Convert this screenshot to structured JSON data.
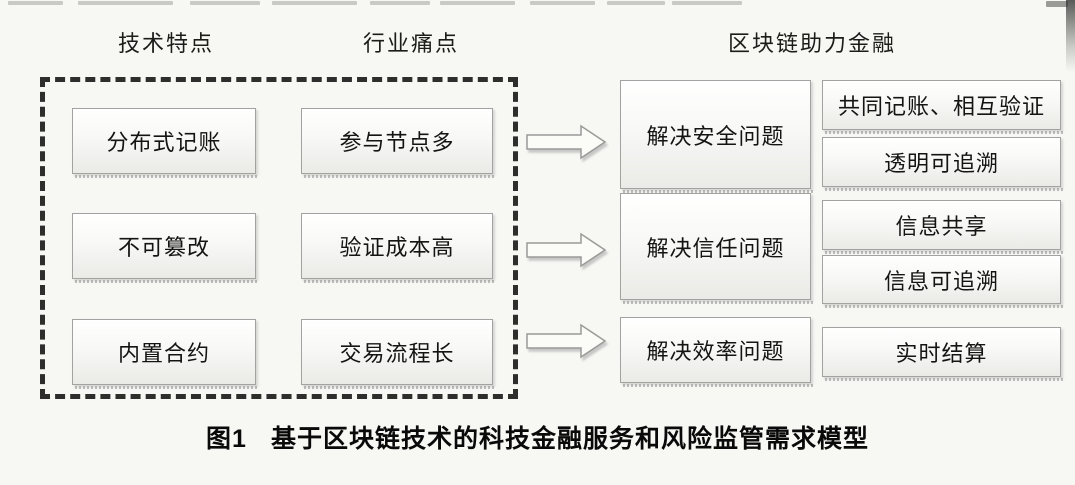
{
  "figure": {
    "columns": {
      "tech": {
        "header": "技术特点",
        "items": [
          "分布式记账",
          "不可篡改",
          "内置合约"
        ]
      },
      "pain": {
        "header": "行业痛点",
        "items": [
          "参与节点多",
          "验证成本高",
          "交易流程长"
        ]
      },
      "solution": {
        "header": "区块链助力金融",
        "items": [
          "解决安全问题",
          "解决信任问题",
          "解决效率问题"
        ]
      },
      "benefits": {
        "rows": [
          [
            "共同记账、相互验证",
            "透明可追溯"
          ],
          [
            "信息共享",
            "信息可追溯"
          ],
          [
            "实时结算"
          ]
        ]
      }
    },
    "caption": {
      "label": "图1",
      "text": "基于区块链技术的科技金融服务和风险监管需求模型"
    },
    "colors": {
      "page_background": "#f7f7f4",
      "box_border": "#a2a2a0",
      "dashed_frame": "#2e2e2c",
      "text": "#141412"
    }
  }
}
